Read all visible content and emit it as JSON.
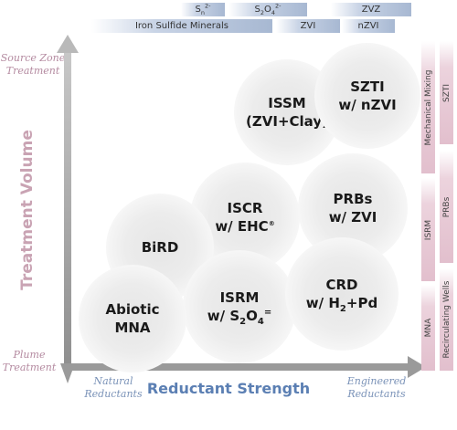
{
  "top_reductants": {
    "sn": "S",
    "sn_sub": "n",
    "sn_sup": "2-",
    "s2o4_a": "S",
    "s2o4_sub1": "2",
    "s2o4_b": "O",
    "s2o4_sub2": "4",
    "s2o4_sup": "2-",
    "zvz": "ZVZ",
    "iron_sulfide": "Iron Sulfide Minerals",
    "zvi": "ZVI",
    "nzvi": "nZVI"
  },
  "y_axis": {
    "title": "Treatment Volume",
    "top_label_1": "Source Zone",
    "top_label_2": "Treatment",
    "bottom_label_1": "Plume",
    "bottom_label_2": "Treatment"
  },
  "x_axis": {
    "title": "Reductant Strength",
    "left_label_1": "Natural",
    "left_label_2": "Reductants",
    "right_label_1": "Engineered",
    "right_label_2": "Reductants"
  },
  "side_labels": {
    "mechanical_mixing": "Mechanical Mixing",
    "isrm": "ISRM",
    "mna": "MNA",
    "szti": "SZTI",
    "prbs": "PRBs",
    "recirculating_wells": "Recirculating Wells"
  },
  "bubbles": {
    "issm_line1": "ISSM",
    "issm_line2": "(ZVI+Clay)",
    "szti_line1": "SZTI",
    "szti_line2": "w/ nZVI",
    "iscr_line1": "ISCR",
    "iscr_line2": "w/ EHC",
    "iscr_reg": "®",
    "prbs_line1": "PRBs",
    "prbs_line2": "w/ ZVI",
    "bird": "BiRD",
    "isrm_line1": "ISRM",
    "isrm_line2a": "w/ S",
    "isrm_sub1": "2",
    "isrm_o": "O",
    "isrm_sub2": "4",
    "isrm_sup": "=",
    "crd_line1": "CRD",
    "crd_line2a": "w/ H",
    "crd_sub": "2",
    "crd_line2b": "+Pd",
    "abiotic_line1": "Abiotic",
    "abiotic_line2": "MNA"
  },
  "colors": {
    "axis_arrow": "#a6a6a6",
    "y_title": "#c9a3b3",
    "x_title": "#5b7fb3",
    "bar_blue": "#a7b8d2",
    "bar_pink": "#e2bfcd"
  }
}
